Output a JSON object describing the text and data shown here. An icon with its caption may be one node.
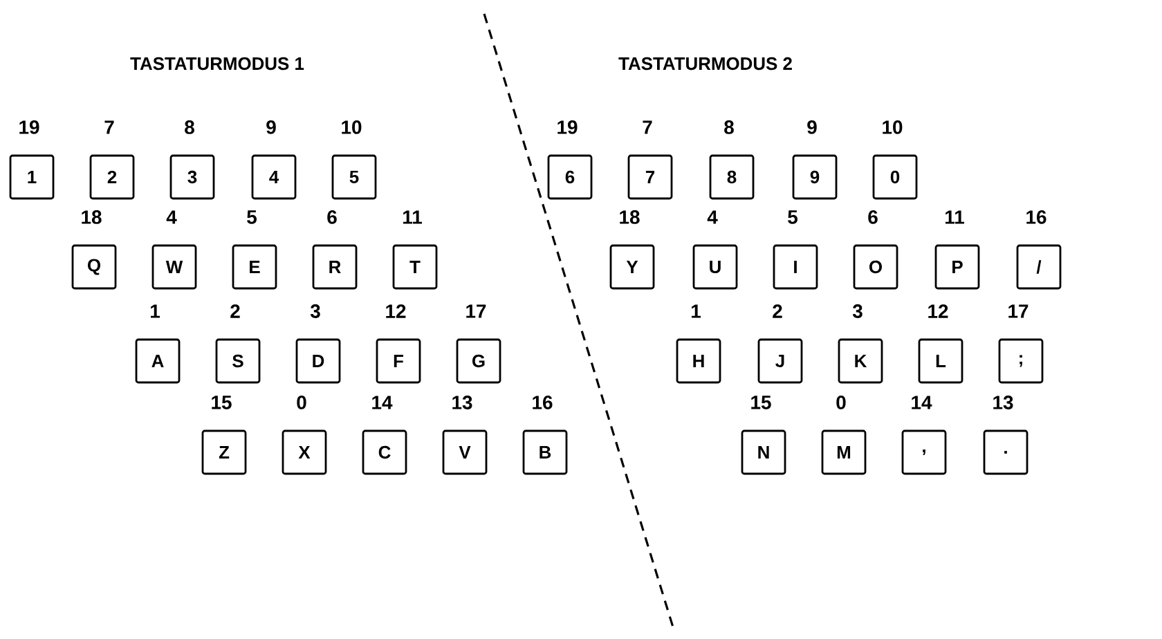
{
  "diagram": {
    "nodes": [
      {
        "text": [
          "1"
        ],
        "beside": [
          "19"
        ]
      },
      {
        "text": [
          "2"
        ],
        "beside": [
          "7"
        ]
      },
      {
        "text": [
          "3"
        ],
        "beside": [
          "8"
        ]
      },
      {
        "text": [
          "4"
        ],
        "beside": [
          "9"
        ]
      },
      {
        "text": [
          "5"
        ],
        "beside": [
          "10"
        ]
      },
      {
        "text": [
          "6"
        ],
        "beside": [
          "19"
        ]
      },
      {
        "text": [
          "7"
        ],
        "beside": [
          "7"
        ]
      },
      {
        "text": [
          "8"
        ],
        "beside": [
          "8"
        ]
      },
      {
        "text": [
          "9"
        ],
        "beside": [
          "9"
        ]
      },
      {
        "text": [
          "0"
        ],
        "beside": [
          "10"
        ]
      },
      {
        "text": [
          "Q"
        ],
        "beside": [
          "18"
        ]
      },
      {
        "text": [
          "W"
        ],
        "beside": [
          "4"
        ]
      },
      {
        "text": [
          "E"
        ],
        "beside": [
          "5"
        ]
      },
      {
        "text": [
          "R"
        ],
        "beside": [
          "6"
        ]
      },
      {
        "text": [
          "T"
        ],
        "beside": [
          "11"
        ]
      },
      {
        "text": [
          "Y"
        ],
        "beside": [
          "18"
        ]
      },
      {
        "text": [
          "U"
        ],
        "beside": [
          "4"
        ]
      },
      {
        "text": [
          "I"
        ],
        "beside": [
          "5"
        ]
      },
      {
        "text": [
          "O"
        ],
        "beside": [
          "6"
        ]
      },
      {
        "text": [
          "P"
        ],
        "beside": [
          "11"
        ]
      },
      {
        "text": [
          "/"
        ],
        "beside": [
          "16"
        ]
      },
      {
        "text": [
          "A"
        ],
        "beside": [
          "1"
        ]
      },
      {
        "text": [
          "S"
        ],
        "beside": [
          "2"
        ]
      },
      {
        "text": [
          "D"
        ],
        "beside": [
          "3"
        ]
      },
      {
        "text": [
          "F"
        ],
        "beside": [
          "12"
        ]
      },
      {
        "text": [
          "G"
        ],
        "beside": [
          "17"
        ]
      },
      {
        "text": [
          "H"
        ],
        "beside": [
          "1"
        ]
      },
      {
        "text": [
          "J"
        ],
        "beside": [
          "2"
        ]
      },
      {
        "text": [
          "K"
        ],
        "beside": [
          "3"
        ]
      },
      {
        "text": [
          "L"
        ],
        "beside": [
          "12"
        ]
      },
      {
        "text": [
          ";"
        ],
        "beside": [
          "17"
        ]
      },
      {
        "text": [
          "Z"
        ],
        "beside": [
          "15"
        ]
      },
      {
        "text": [
          "X"
        ],
        "beside": [
          "0"
        ]
      },
      {
        "text": [
          "C"
        ],
        "beside": [
          "14"
        ]
      },
      {
        "text": [
          "V"
        ],
        "beside": [
          "13"
        ]
      },
      {
        "text": [
          "B"
        ],
        "beside": [
          "16"
        ]
      },
      {
        "text": [
          "N"
        ],
        "beside": [
          "15"
        ]
      },
      {
        "text": [
          "M"
        ],
        "beside": [
          "0"
        ]
      },
      {
        "text": [
          ","
        ],
        "beside": [
          "14"
        ]
      },
      {
        "text": [
          "."
        ],
        "beside": [
          "13"
        ]
      }
    ],
    "labels": [
      "TASTATURMODUS 1",
      "TASTATURMODUS 2"
    ]
  }
}
